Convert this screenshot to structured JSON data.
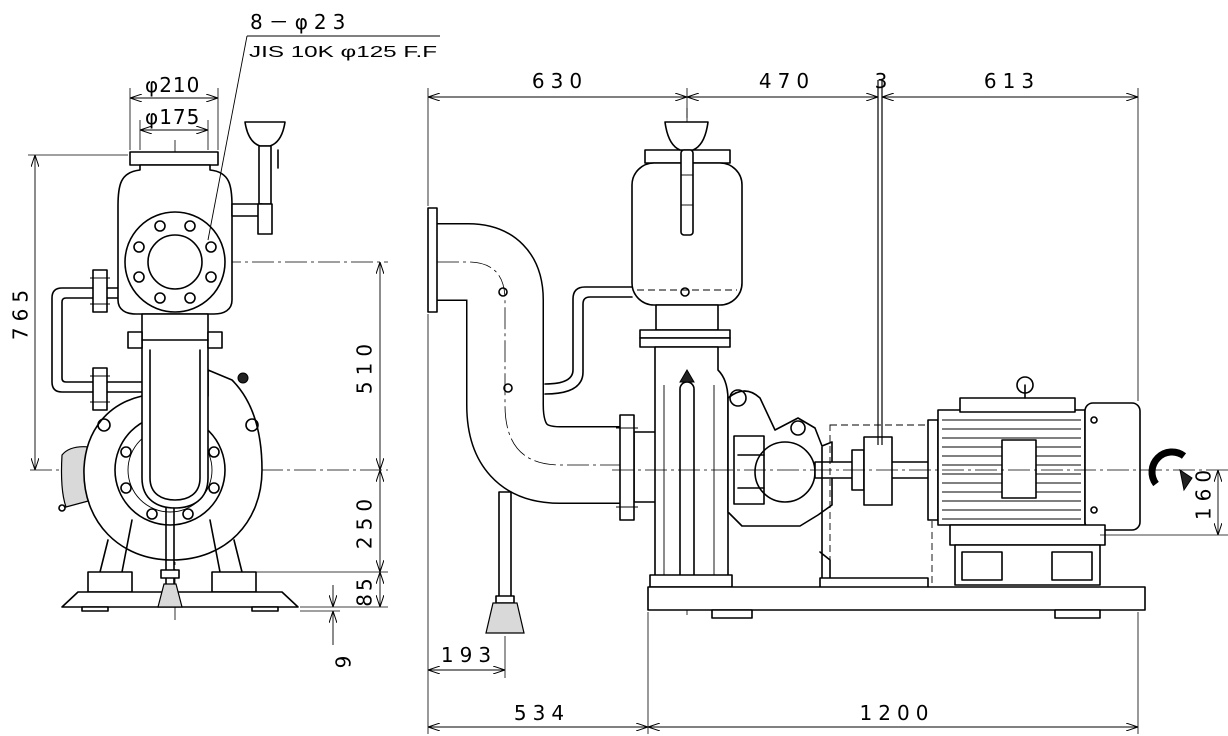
{
  "drawing": {
    "front_view": {
      "bolt_hole_note": "8－φ23",
      "flange_standard": "JIS 10K φ125 F.F",
      "flange_outer_diameter": "φ210",
      "flange_bolt_circle": "φ175",
      "overall_height": "765",
      "discharge_height": "510",
      "shaft_center_height": "250",
      "base_height": "85",
      "base_plate_thickness": "9"
    },
    "side_view": {
      "dim_suction_to_pump": "630",
      "dim_pump_to_coupling": "470",
      "dim_coupling_gap": "3",
      "dim_coupling_to_end": "613",
      "dim_motor_offset": "160",
      "dim_leg_position": "193",
      "dim_suction_overhang": "534",
      "dim_base_length": "1200"
    }
  }
}
